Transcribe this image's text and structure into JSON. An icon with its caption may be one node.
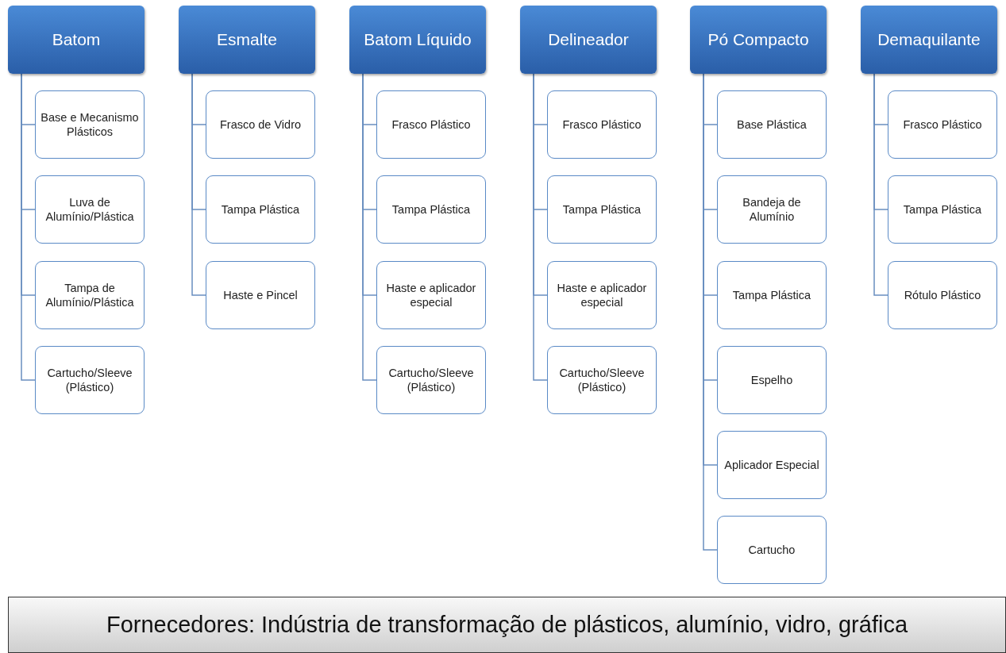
{
  "diagram": {
    "nodes": [
      {
        "text": [
          "Batom"
        ]
      },
      {
        "text": [
          "Base e Mecanismo Plásticos"
        ]
      },
      {
        "text": [
          "Luva de Alumínio/Plástica"
        ]
      },
      {
        "text": [
          "Tampa de Alumínio/Plástica"
        ]
      },
      {
        "text": [
          "Cartucho/Sleeve (Plástico)"
        ]
      },
      {
        "text": [
          "Esmalte"
        ]
      },
      {
        "text": [
          "Frasco de Vidro"
        ]
      },
      {
        "text": [
          "Tampa Plástica"
        ]
      },
      {
        "text": [
          "Haste e Pincel"
        ]
      },
      {
        "text": [
          "Batom Líquido"
        ]
      },
      {
        "text": [
          "Frasco Plástico"
        ]
      },
      {
        "text": [
          "Tampa Plástica"
        ]
      },
      {
        "text": [
          "Haste e aplicador especial"
        ]
      },
      {
        "text": [
          "Cartucho/Sleeve (Plástico)"
        ]
      },
      {
        "text": [
          "Delineador"
        ]
      },
      {
        "text": [
          "Frasco Plástico"
        ]
      },
      {
        "text": [
          "Tampa Plástica"
        ]
      },
      {
        "text": [
          "Haste e aplicador especial"
        ]
      },
      {
        "text": [
          "Cartucho/Sleeve (Plástico)"
        ]
      },
      {
        "text": [
          "Pó Compacto"
        ]
      },
      {
        "text": [
          "Base Plástica"
        ]
      },
      {
        "text": [
          "Bandeja de Alumínio"
        ]
      },
      {
        "text": [
          "Tampa Plástica"
        ]
      },
      {
        "text": [
          "Espelho"
        ]
      },
      {
        "text": [
          "Aplicador Especial"
        ]
      },
      {
        "text": [
          "Cartucho"
        ]
      },
      {
        "text": [
          "Demaquilante"
        ]
      },
      {
        "text": [
          "Frasco Plástico"
        ]
      },
      {
        "text": [
          "Tampa Plástica"
        ]
      },
      {
        "text": [
          "Rótulo Plástico"
        ]
      },
      {
        "text": [
          "Fornecedores: Indústria de transformação de plásticos, alumínio, vidro, gráfica"
        ]
      }
    ],
    "edges": [
      {
        "from": 0,
        "to": 1,
        "arrow": "none"
      },
      {
        "from": 0,
        "to": 2,
        "arrow": "none"
      },
      {
        "from": 0,
        "to": 3,
        "arrow": "none"
      },
      {
        "from": 0,
        "to": 4,
        "arrow": "none"
      },
      {
        "from": 5,
        "to": 6,
        "arrow": "none"
      },
      {
        "from": 5,
        "to": 7,
        "arrow": "none"
      },
      {
        "from": 5,
        "to": 8,
        "arrow": "none"
      },
      {
        "from": 9,
        "to": 10,
        "arrow": "none"
      },
      {
        "from": 9,
        "to": 11,
        "arrow": "none"
      },
      {
        "from": 9,
        "to": 12,
        "arrow": "none"
      },
      {
        "from": 9,
        "to": 13,
        "arrow": "none"
      },
      {
        "from": 14,
        "to": 15,
        "arrow": "none"
      },
      {
        "from": 14,
        "to": 16,
        "arrow": "none"
      },
      {
        "from": 14,
        "to": 17,
        "arrow": "none"
      },
      {
        "from": 14,
        "to": 18,
        "arrow": "none"
      },
      {
        "from": 19,
        "to": 20,
        "arrow": "none"
      },
      {
        "from": 19,
        "to": 21,
        "arrow": "none"
      },
      {
        "from": 19,
        "to": 22,
        "arrow": "none"
      },
      {
        "from": 19,
        "to": 23,
        "arrow": "none"
      },
      {
        "from": 19,
        "to": 24,
        "arrow": "none"
      },
      {
        "from": 19,
        "to": 25,
        "arrow": "none"
      },
      {
        "from": 26,
        "to": 27,
        "arrow": "none"
      },
      {
        "from": 26,
        "to": 28,
        "arrow": "none"
      },
      {
        "from": 26,
        "to": 29,
        "arrow": "none"
      }
    ]
  }
}
